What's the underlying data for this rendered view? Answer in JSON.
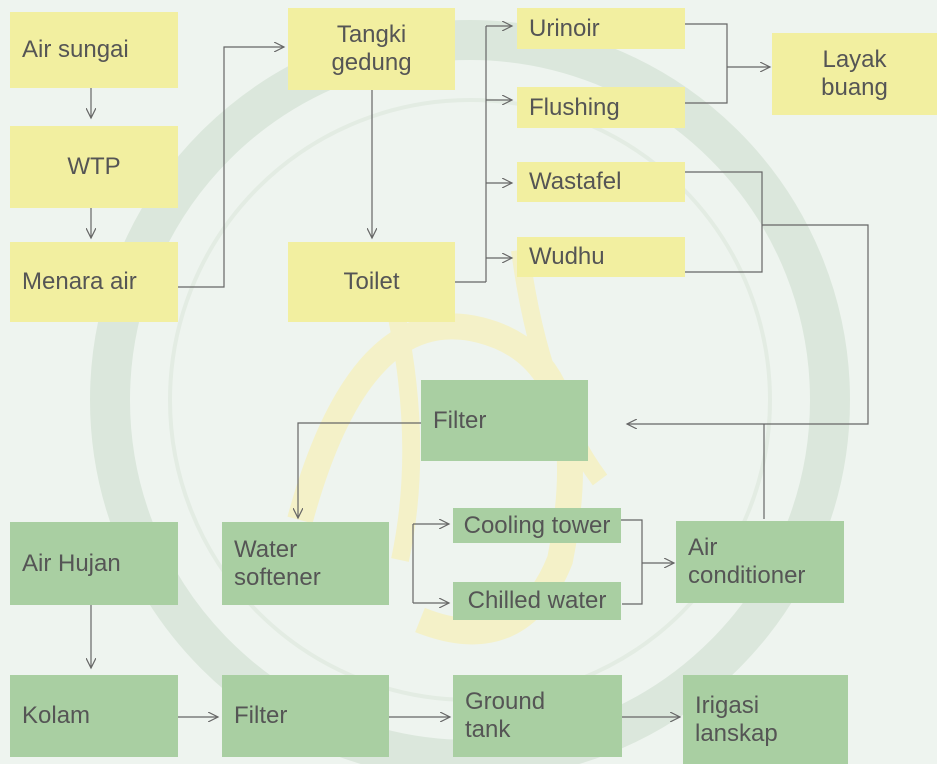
{
  "diagram": {
    "nodes": {
      "air_sungai": "Air sungai",
      "wtp": "WTP",
      "menara_air": "Menara air",
      "tangki_gedung": "Tangki\ngedung",
      "toilet": "Toilet",
      "urinoir": "Urinoir",
      "flushing": "Flushing",
      "wastafel": "Wastafel",
      "wudhu": "Wudhu",
      "layak_buang": "Layak\nbuang",
      "filter_top": "Filter",
      "air_hujan": "Air Hujan",
      "water_softener": "Water\nsoftener",
      "cooling_tower": "Cooling tower",
      "chilled_water": "Chilled water",
      "air_conditioner": "Air\nconditioner",
      "kolam": "Kolam",
      "filter_bottom": "Filter",
      "ground_tank": "Ground\ntank",
      "irigasi_lanskap": "Irigasi\nlanskap"
    },
    "colors": {
      "yellow": "#f2efa0",
      "green": "#a9cfa2",
      "line": "#666666",
      "text": "#555555"
    }
  }
}
